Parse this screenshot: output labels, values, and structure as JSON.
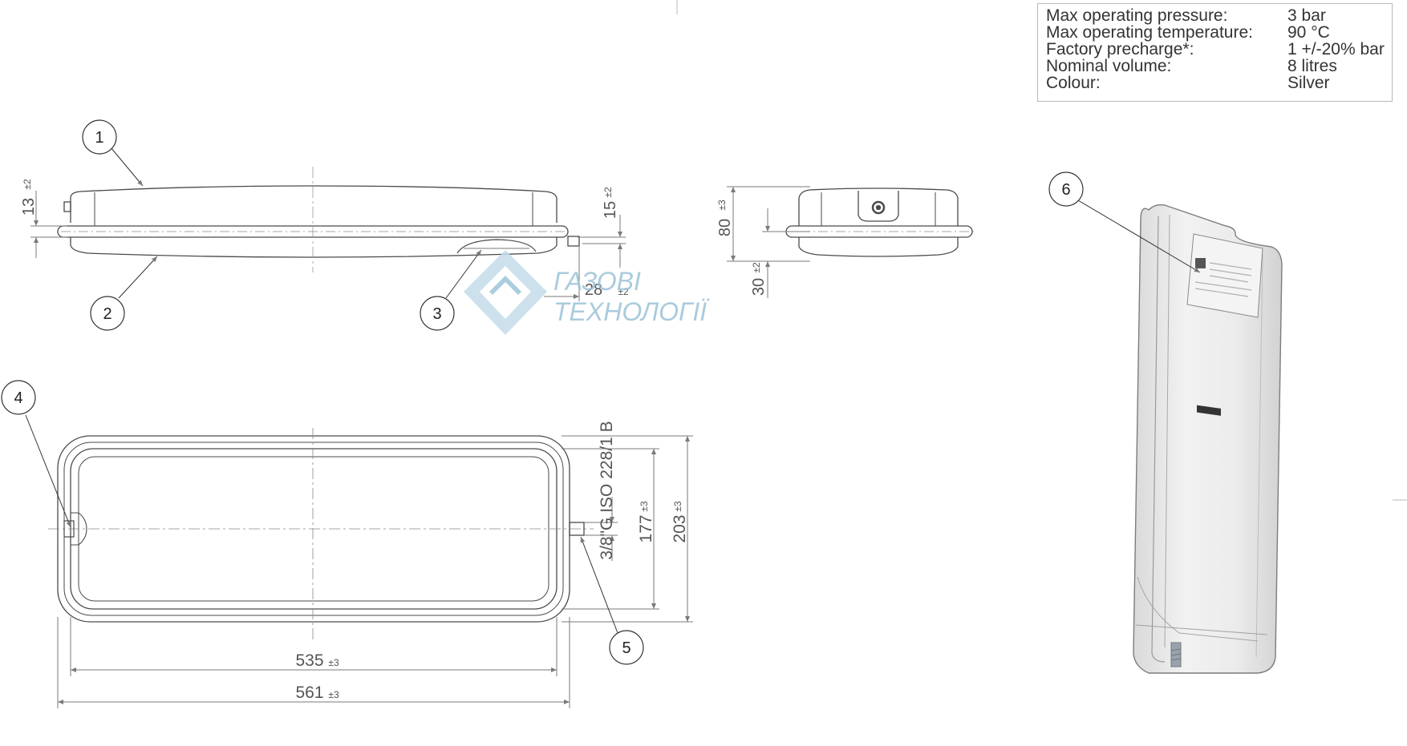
{
  "specs": [
    {
      "label": "Max operating pressure:",
      "value": "3 bar"
    },
    {
      "label": "Max operating temperature:",
      "value": "90 °C"
    },
    {
      "label": "Factory precharge*:",
      "value": "1 +/-20% bar"
    },
    {
      "label": "Nominal volume:",
      "value": "8 litres"
    },
    {
      "label": "Colour:",
      "value": "Silver"
    }
  ],
  "callouts": [
    "1",
    "2",
    "3",
    "4",
    "5",
    "6"
  ],
  "dimensions": {
    "d13": {
      "value": "13",
      "tol": "±2"
    },
    "d15": {
      "value": "15",
      "tol": "±2"
    },
    "d28": {
      "value": "28",
      "tol": "±2"
    },
    "d80": {
      "value": "80",
      "tol": "±3"
    },
    "d30": {
      "value": "30",
      "tol": "±2"
    },
    "d177": {
      "value": "177",
      "tol": "±3"
    },
    "d203": {
      "value": "203",
      "tol": "±3"
    },
    "d535": {
      "value": "535",
      "tol": "±3"
    },
    "d561": {
      "value": "561",
      "tol": "±3"
    }
  },
  "thread_label": "3/8\"G ISO 228/1 B",
  "watermark": {
    "line1": "ГАЗОВІ",
    "line2": "ТЕХНОЛОГІЇ"
  },
  "colors": {
    "line": "#4a4a4a",
    "dim": "#7a7a7a",
    "watermark": "#9cc3d8",
    "tank": "#e6e6e6"
  }
}
